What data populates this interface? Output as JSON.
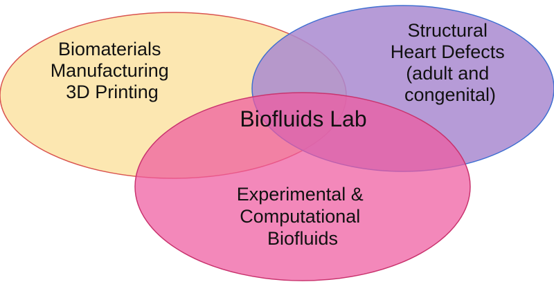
{
  "colors": {
    "left_fill": "#fbe3a3",
    "left_stroke": "#d9534f",
    "right_fill": "#a98ad0",
    "right_stroke": "#3f6fd1",
    "bottom_fill": "#ee5aa0",
    "bottom_stroke": "#c9336e",
    "text": "#111111"
  },
  "diagram": {
    "left_circle": {
      "lines": [
        "Biomaterials",
        "Manufacturing",
        "3D Printing"
      ]
    },
    "right_circle": {
      "lines": [
        "Structural",
        "Heart Defects",
        "(adult and",
        "congenital)"
      ]
    },
    "bottom_circle": {
      "lines": [
        "Experimental &",
        "Computational",
        "Biofluids"
      ]
    },
    "center_label": "Biofluids Lab"
  }
}
